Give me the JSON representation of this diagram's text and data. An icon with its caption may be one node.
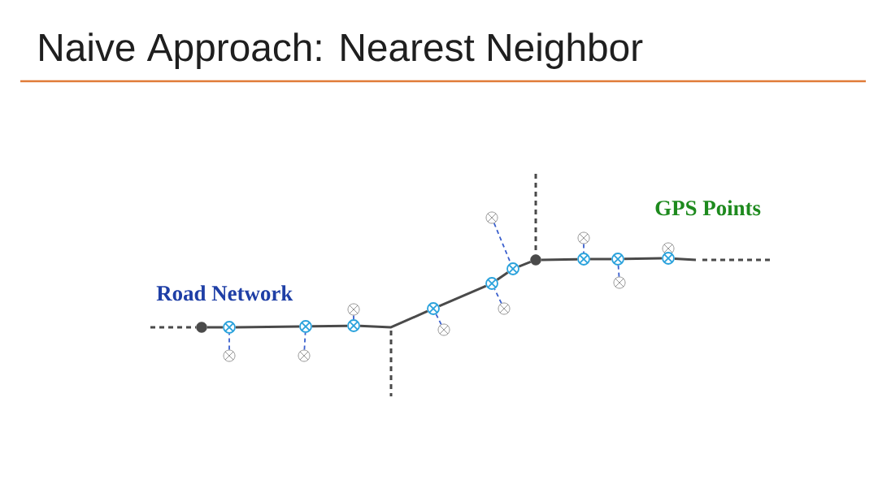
{
  "diagram": {
    "title": "Naive Approach: Nearest Neighbor",
    "nodes": [
      {
        "text": [],
        "shape": "circle"
      },
      {
        "text": [],
        "shape": "circle"
      },
      {
        "text": [],
        "shape": "circle"
      },
      {
        "text": [],
        "shape": "circle"
      },
      {
        "text": [],
        "shape": "circle"
      },
      {
        "text": [],
        "shape": "circle"
      },
      {
        "text": [],
        "shape": "circle"
      },
      {
        "text": [],
        "shape": "circle"
      },
      {
        "text": [],
        "shape": "circle"
      },
      {
        "text": [],
        "shape": "circle"
      },
      {
        "text": [],
        "shape": "circle"
      },
      {
        "text": [],
        "shape": "circle"
      },
      {
        "text": [],
        "shape": "circle"
      },
      {
        "text": [],
        "shape": "circle"
      },
      {
        "text": [],
        "shape": "circle"
      },
      {
        "text": [],
        "shape": "circle"
      },
      {
        "text": [],
        "shape": "circle"
      },
      {
        "text": [],
        "shape": "circle"
      },
      {
        "text": [],
        "shape": "circle"
      },
      {
        "text": [],
        "shape": "circle"
      }
    ],
    "edges": [
      {
        "from": null,
        "to": 0,
        "arrow": "none",
        "style": "dashed"
      },
      {
        "from": 0,
        "to": 1,
        "arrow": "none"
      },
      {
        "from": 1,
        "to": 3,
        "arrow": "none"
      },
      {
        "from": 3,
        "to": 6,
        "arrow": "none"
      },
      {
        "from": 6,
        "to": 7,
        "arrow": "none"
      },
      {
        "from": 7,
        "to": 10,
        "arrow": "none"
      },
      {
        "from": 10,
        "to": 12,
        "arrow": "none"
      },
      {
        "from": 12,
        "to": 13,
        "arrow": "none"
      },
      {
        "from": null,
        "to": 13,
        "arrow": "none",
        "style": "dashed"
      },
      {
        "from": 13,
        "to": 15,
        "arrow": "none"
      },
      {
        "from": 15,
        "to": 16,
        "arrow": "none"
      },
      {
        "from": 16,
        "to": 19,
        "arrow": "none"
      },
      {
        "from": 19,
        "to": null,
        "arrow": "none"
      },
      {
        "from": 2,
        "to": 1,
        "arrow": "none",
        "style": "dashed",
        "color": "#3a5fcd"
      },
      {
        "from": 4,
        "to": 3,
        "arrow": "none",
        "style": "dashed",
        "color": "#3a5fcd"
      },
      {
        "from": 5,
        "to": 6,
        "arrow": "none",
        "style": "dashed",
        "color": "#3a5fcd"
      },
      {
        "from": 8,
        "to": 7,
        "arrow": "none",
        "style": "dashed",
        "color": "#3a5fcd"
      },
      {
        "from": 9,
        "to": 12,
        "arrow": "none",
        "style": "dashed",
        "color": "#3a5fcd"
      },
      {
        "from": 11,
        "to": 10,
        "arrow": "none",
        "style": "dashed",
        "color": "#3a5fcd"
      },
      {
        "from": 14,
        "to": 15,
        "arrow": "none",
        "style": "dashed",
        "color": "#3a5fcd"
      },
      {
        "from": 17,
        "to": 16,
        "arrow": "none",
        "style": "dashed",
        "color": "#3a5fcd"
      }
    ],
    "labels": [
      "GPS Points",
      "Road Network"
    ]
  }
}
